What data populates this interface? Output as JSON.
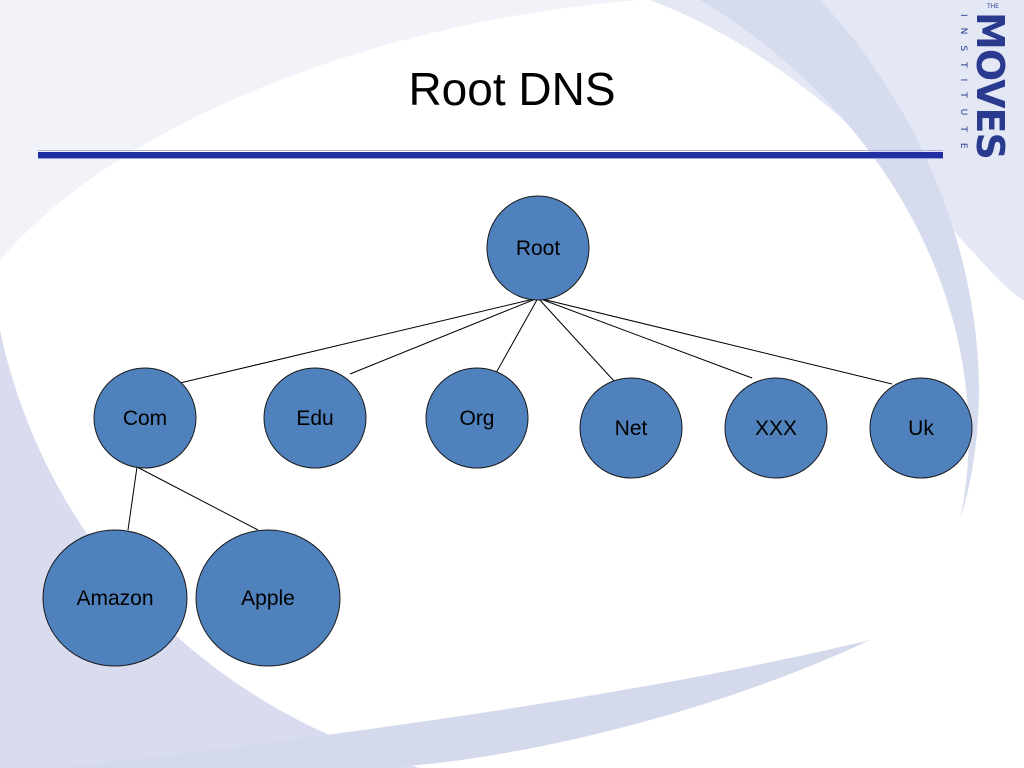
{
  "slide": {
    "title": "Root DNS"
  },
  "logo": {
    "the": "THE",
    "name": "MOVES",
    "sub": "INSTITUTE"
  },
  "diagram": {
    "nodes": [
      {
        "id": "root",
        "label": "Root"
      },
      {
        "id": "com",
        "label": "Com"
      },
      {
        "id": "edu",
        "label": "Edu"
      },
      {
        "id": "org",
        "label": "Org"
      },
      {
        "id": "net",
        "label": "Net"
      },
      {
        "id": "xxx",
        "label": "XXX"
      },
      {
        "id": "uk",
        "label": "Uk"
      },
      {
        "id": "amazon",
        "label": "Amazon"
      },
      {
        "id": "apple",
        "label": "Apple"
      }
    ],
    "edges": [
      [
        "root",
        "com"
      ],
      [
        "root",
        "edu"
      ],
      [
        "root",
        "org"
      ],
      [
        "root",
        "net"
      ],
      [
        "root",
        "xxx"
      ],
      [
        "root",
        "uk"
      ],
      [
        "com",
        "amazon"
      ],
      [
        "com",
        "apple"
      ]
    ],
    "node_fill": "#4f81bd",
    "node_stroke": "#1a1a1a",
    "edge_color": "#000000"
  },
  "colors": {
    "accent": "#1f2ea0",
    "swoosh": "#e3e8f4",
    "swoosh_dark": "#cfd6ea"
  }
}
